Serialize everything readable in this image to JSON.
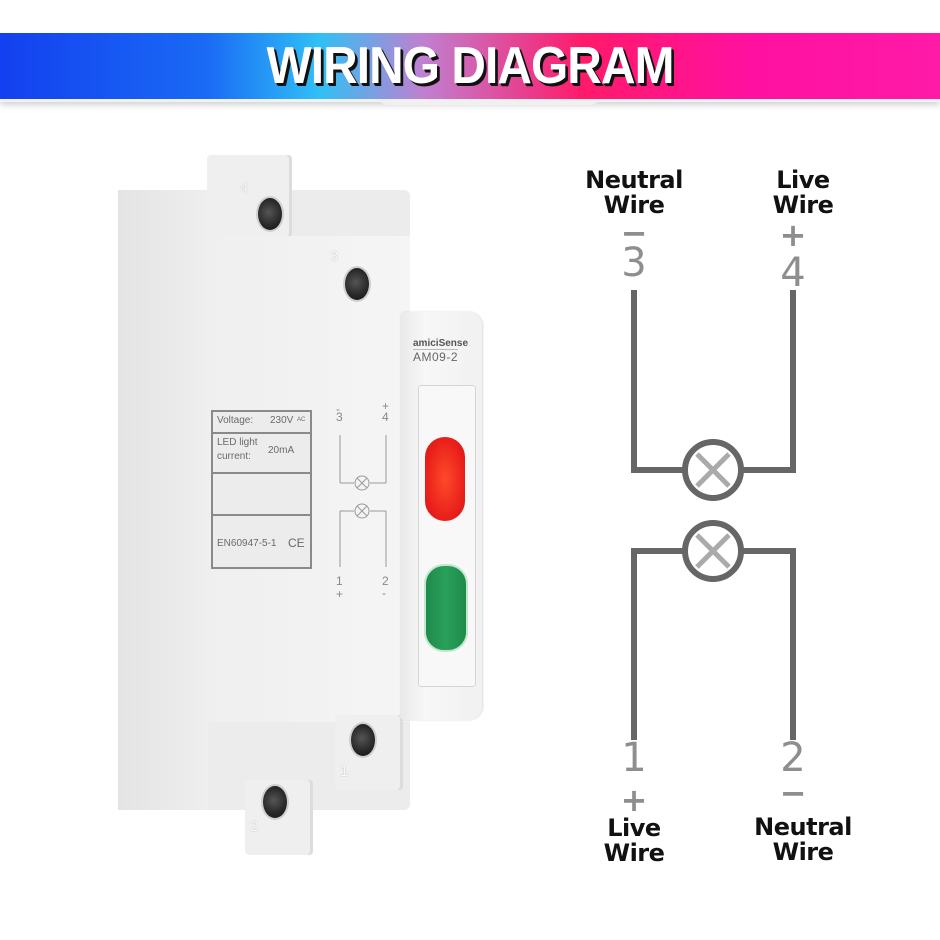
{
  "header": {
    "title": "WIRING DIAGRAM",
    "gradient_colors": [
      "#1340f0",
      "#30c0f5",
      "#ff1a6a",
      "#ff1aa8"
    ]
  },
  "device": {
    "brand": "amiciSense",
    "model": "AM09-2",
    "terminals": [
      {
        "id": "4",
        "position": "top-back"
      },
      {
        "id": "3",
        "position": "top-front"
      },
      {
        "id": "1",
        "position": "bottom-front"
      },
      {
        "id": "2",
        "position": "bottom-back"
      }
    ],
    "label_panel": {
      "voltage_label": "Voltage:",
      "voltage_value": "230V",
      "voltage_symbol": "AC",
      "current_label_line1": "LED light",
      "current_label_line2": "current:",
      "current_value": "20mA",
      "standard": "EN60947-5-1",
      "certification": "CE"
    },
    "mini_schematic": {
      "top_left": {
        "sign": "-",
        "num": "3"
      },
      "top_right": {
        "sign": "+",
        "num": "4"
      },
      "bottom_left": {
        "num": "1",
        "sign": "+"
      },
      "bottom_right": {
        "num": "2",
        "sign": "-"
      }
    },
    "leds": [
      {
        "name": "red",
        "color": "#e81e1a"
      },
      {
        "name": "green",
        "color": "#2aa05c"
      }
    ]
  },
  "schematic": {
    "top_left": {
      "label_line1": "Neutral",
      "label_line2": "Wire",
      "sign": "−",
      "terminal": "3"
    },
    "top_right": {
      "label_line1": "Live",
      "label_line2": "Wire",
      "sign": "+",
      "terminal": "4"
    },
    "bottom_left": {
      "terminal": "1",
      "sign": "+",
      "label_line1": "Live",
      "label_line2": "Wire"
    },
    "bottom_right": {
      "terminal": "2",
      "sign": "−",
      "label_line1": "Neutral",
      "label_line2": "Wire"
    },
    "line_color": "#666666",
    "cross_color": "#aaaaaa"
  }
}
